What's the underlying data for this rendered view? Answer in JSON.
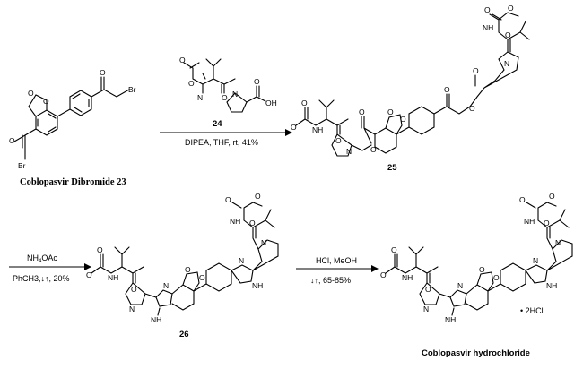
{
  "compounds": {
    "c23": {
      "name": "Coblopasvir Dibromide 23",
      "atoms": {
        "o1": "O",
        "o2": "O",
        "o3": "O",
        "o4": "O",
        "br1": "Br",
        "br2": "Br"
      }
    },
    "c24": {
      "number": "24",
      "atoms": {
        "o1": "O",
        "o2": "O",
        "o3": "O",
        "o4": "O",
        "oh": "OH",
        "n1": "N",
        "n2": "N"
      }
    },
    "c25": {
      "number": "25",
      "atoms": {
        "o": "O",
        "n": "N",
        "h": "H",
        "nh": "NH"
      }
    },
    "c26": {
      "number": "26",
      "atoms": {
        "o": "O",
        "n": "N",
        "nh": "NH",
        "h": "H"
      }
    },
    "final": {
      "name": "Coblopasvir hydrochloride",
      "salt": "• 2HCl",
      "atoms": {
        "o": "O",
        "n": "N",
        "nh": "NH",
        "h": "H"
      }
    }
  },
  "steps": {
    "step1": {
      "reagent_number": "24",
      "conditions": "DIPEA, THF, rt, 41%"
    },
    "step2": {
      "reagent_prefix": "NH",
      "reagent_sub": "4",
      "reagent_suffix": "OAc",
      "conditions": "PhCH3,↓↑, 20%"
    },
    "step3": {
      "reagent": "HCl, MeOH",
      "conditions": "↓↑, 65-85%"
    }
  }
}
